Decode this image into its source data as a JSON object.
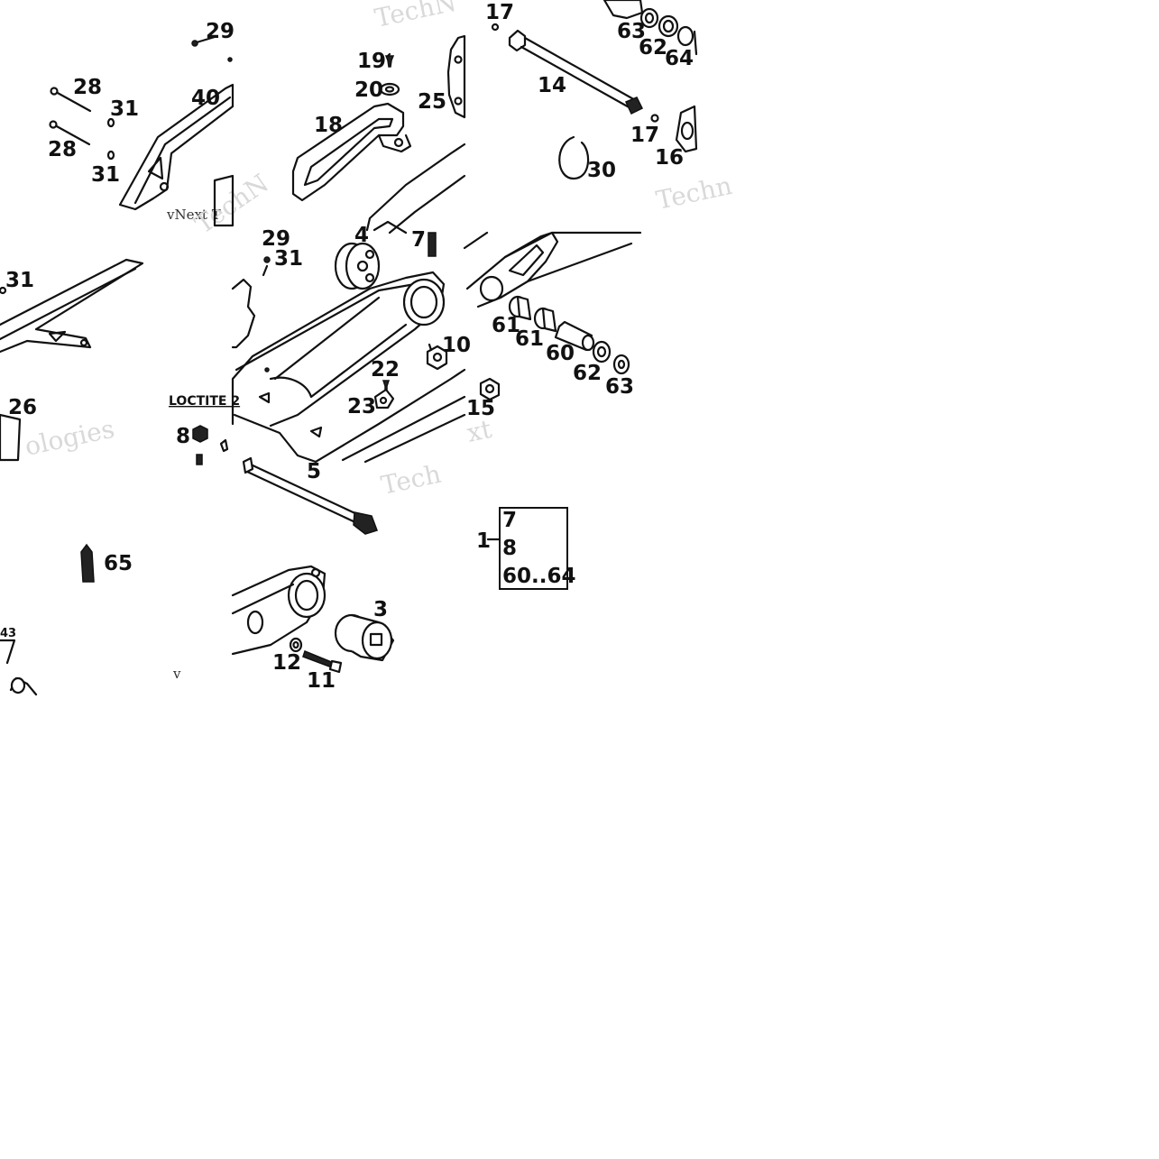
{
  "watermarks": [
    "TechN",
    "Tech",
    "vNext T",
    "Techn",
    "xt",
    "ologies",
    "v",
    "TechN"
  ],
  "note": "LOCTITE 2",
  "kit": {
    "lead": "1",
    "items": [
      "7",
      "8",
      "60..64"
    ]
  },
  "callouts": {
    "c29a": "29",
    "c28a": "28",
    "c31a": "31",
    "c40": "40",
    "c28b": "28",
    "c31b": "31",
    "c19": "19",
    "c20": "20",
    "c25": "25",
    "c18": "18",
    "c17a": "17",
    "c63a": "63",
    "c62a": "62",
    "c64": "64",
    "c14": "14",
    "c17b": "17",
    "c30": "30",
    "c16": "16",
    "c31c": "31",
    "c26": "26",
    "c29b": "29",
    "c31d": "31",
    "c4": "4",
    "c7": "7",
    "c10": "10",
    "c22": "22",
    "c23": "23",
    "c8": "8",
    "c61a": "61",
    "c61b": "61",
    "c60": "60",
    "c62b": "62",
    "c63b": "63",
    "c15": "15",
    "c5": "5",
    "c65": "65",
    "c43": "43",
    "c3": "3",
    "c12": "12",
    "c11": "11"
  }
}
